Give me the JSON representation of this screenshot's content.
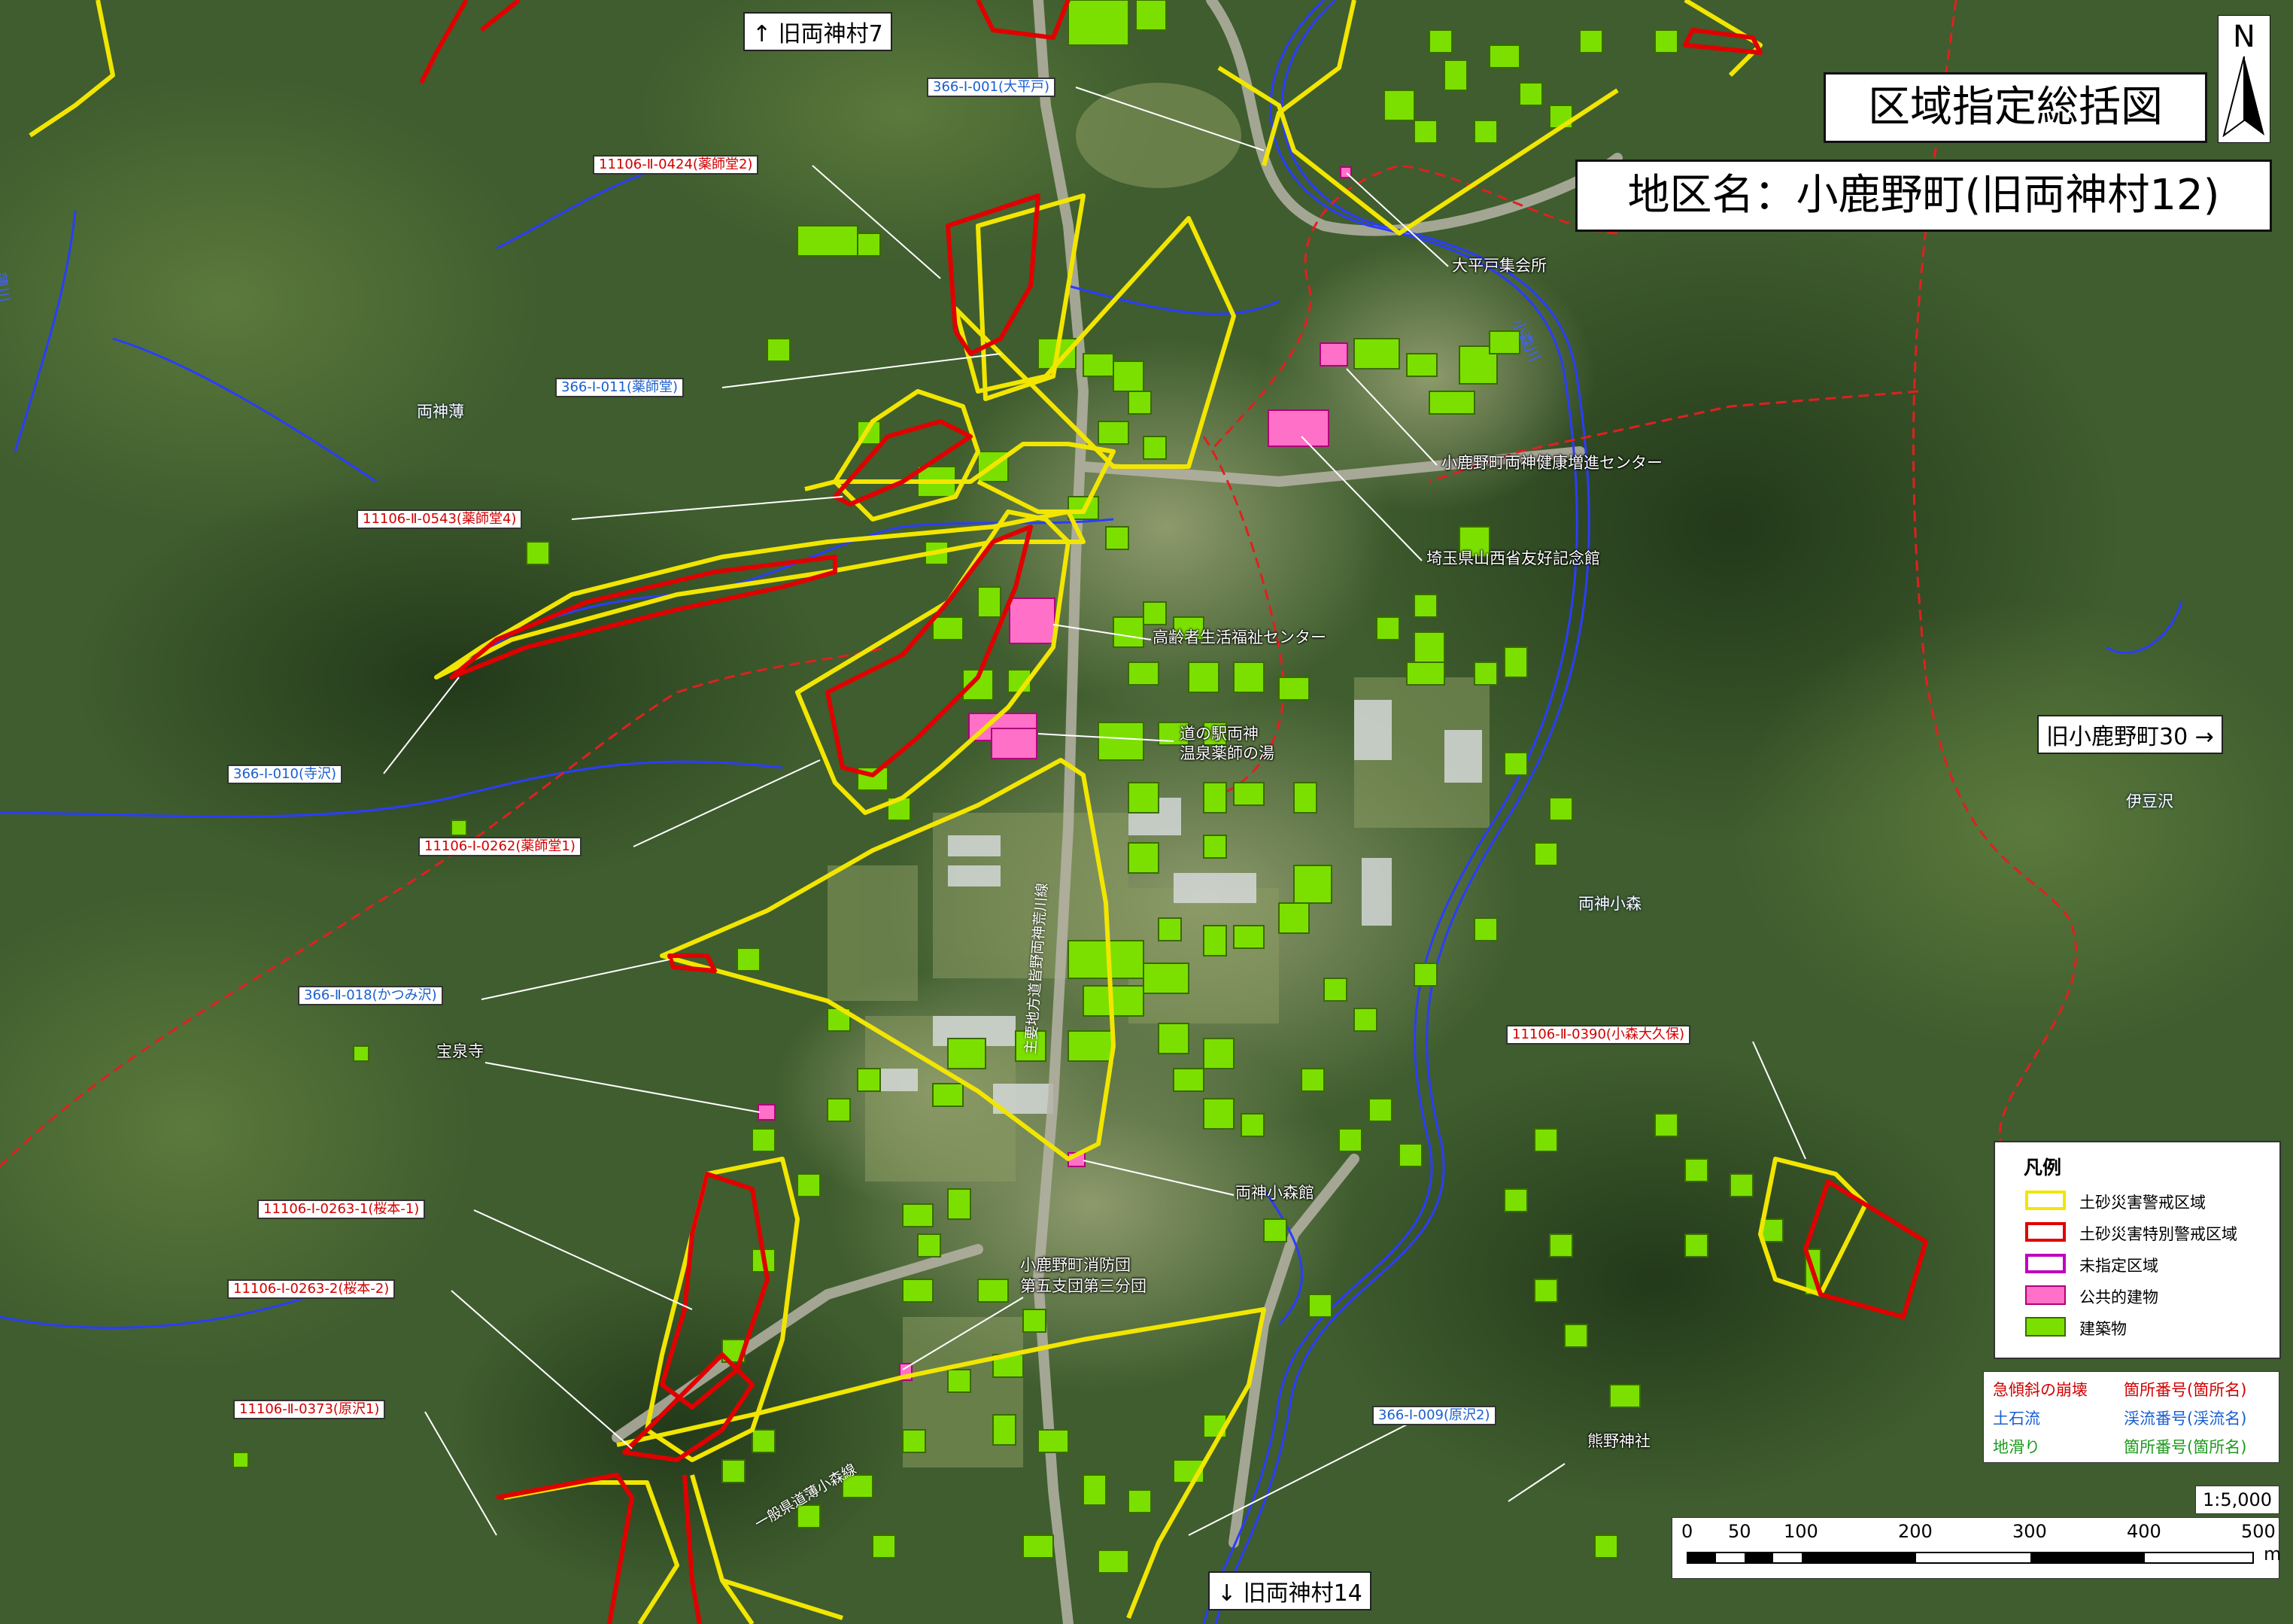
{
  "title": "区域指定総括図",
  "district": "地区名：小鹿野町(旧両神村12)",
  "north_label": "N",
  "nav": {
    "north": "↑ 旧両神村7",
    "south": "↓ 旧両神村14",
    "east": "旧小鹿野町30 →"
  },
  "sites": {
    "s001": "366-Ⅰ-001(大平戸)",
    "s0424": "11106-Ⅱ-0424(薬師堂2)",
    "s011": "366-Ⅰ-011(薬師堂)",
    "s0543": "11106-Ⅱ-0543(薬師堂4)",
    "s010": "366-Ⅰ-010(寺沢)",
    "s0262": "11106-Ⅰ-0262(薬師堂1)",
    "s018": "366-Ⅱ-018(かつみ沢)",
    "s0263_1": "11106-Ⅰ-0263-1(桜本-1)",
    "s0263_2": "11106-Ⅰ-0263-2(桜本-2)",
    "s0373": "11106-Ⅱ-0373(原沢1)",
    "s009": "366-Ⅰ-009(原沢2)",
    "s0390": "11106-Ⅱ-0390(小森大久保)"
  },
  "places": {
    "oohirado": "大平戸集会所",
    "kenko": "小鹿野町両神健康増進センター",
    "saitama": "埼玉県山西省友好記念館",
    "koreisha": "高齢者生活福祉センター",
    "michinoeki_1": "道の駅両神",
    "michinoeki_2": "温泉薬師の湯",
    "hosenji": "宝泉寺",
    "komorikan": "両神小森館",
    "shobodan_1": "小鹿野町消防団",
    "shobodan_2": "第五支団第三分団",
    "kumano": "熊野神社",
    "ryokami_usu": "両神薄",
    "ryokami_komori": "両神小森",
    "izusawa": "伊豆沢",
    "usugawa": "薄川",
    "omorigawa": "小森川",
    "road_main": "主要地方道皆野両神荒川線",
    "road_pref": "一般県道薄小森線"
  },
  "legend": {
    "title": "凡例",
    "items": [
      {
        "label": "土砂災害警戒区域",
        "kind": "outline",
        "color": "#f2e600"
      },
      {
        "label": "土砂災害特別警戒区域",
        "kind": "outline",
        "color": "#e00000"
      },
      {
        "label": "未指定区域",
        "kind": "outline",
        "color": "#c000c0"
      },
      {
        "label": "公共的建物",
        "kind": "fill",
        "color": "#ff70c8"
      },
      {
        "label": "建築物",
        "kind": "fill",
        "color": "#7be000"
      }
    ]
  },
  "key": {
    "r1a": "急傾斜の崩壊",
    "r1b": "箇所番号(箇所名)",
    "r2a": "土石流",
    "r2b": "渓流番号(渓流名)",
    "r3a": "地滑り",
    "r3b": "箇所番号(箇所名)"
  },
  "colors": {
    "warning": "#f2e600",
    "special": "#e00000",
    "public": "#ff70c8",
    "building": "#7be000",
    "river": "#2b3dff",
    "boundary": "#e02020"
  },
  "scale": {
    "ratio": "1:5,000",
    "ticks": [
      "0",
      "50",
      "100",
      "200",
      "300",
      "400",
      "500"
    ],
    "unit": "m"
  }
}
